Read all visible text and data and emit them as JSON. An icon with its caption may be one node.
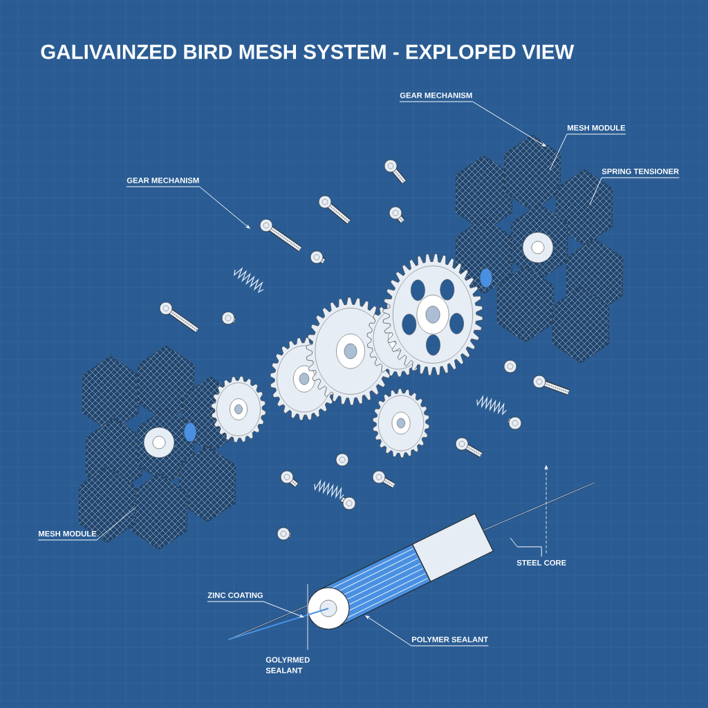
{
  "diagram": {
    "title": "GALIVAINZED BIRD MESH SYSTEM - EXPLOPED VIEW",
    "nodes": [
      {
        "text": [
          "GEAR MECHANISM"
        ]
      },
      {
        "text": [
          "MESH MODULE"
        ]
      },
      {
        "text": [
          "SPRING TENSIONER"
        ]
      },
      {
        "text": [
          "GEAR MECHANISM"
        ]
      },
      {
        "text": [
          "MESH MODULE"
        ]
      },
      {
        "text": [
          "STEEL CORE"
        ]
      },
      {
        "text": [
          "ZINC COATING"
        ]
      },
      {
        "text": [
          "POLYMER SEALANT"
        ]
      }
    ],
    "edges": [
      {
        "from": 0,
        "to": null,
        "arrow": "to"
      },
      {
        "from": 1,
        "to": null,
        "arrow": "none"
      },
      {
        "from": 2,
        "to": null,
        "arrow": "none"
      },
      {
        "from": 3,
        "to": null,
        "arrow": "to"
      },
      {
        "from": 4,
        "to": null,
        "arrow": "none"
      },
      {
        "from": 5,
        "to": null,
        "arrow": "none"
      },
      {
        "from": 6,
        "to": null,
        "arrow": "to"
      },
      {
        "from": 7,
        "to": null,
        "arrow": "to"
      }
    ],
    "labels": [
      "GOLYRMED SEALANT"
    ]
  }
}
